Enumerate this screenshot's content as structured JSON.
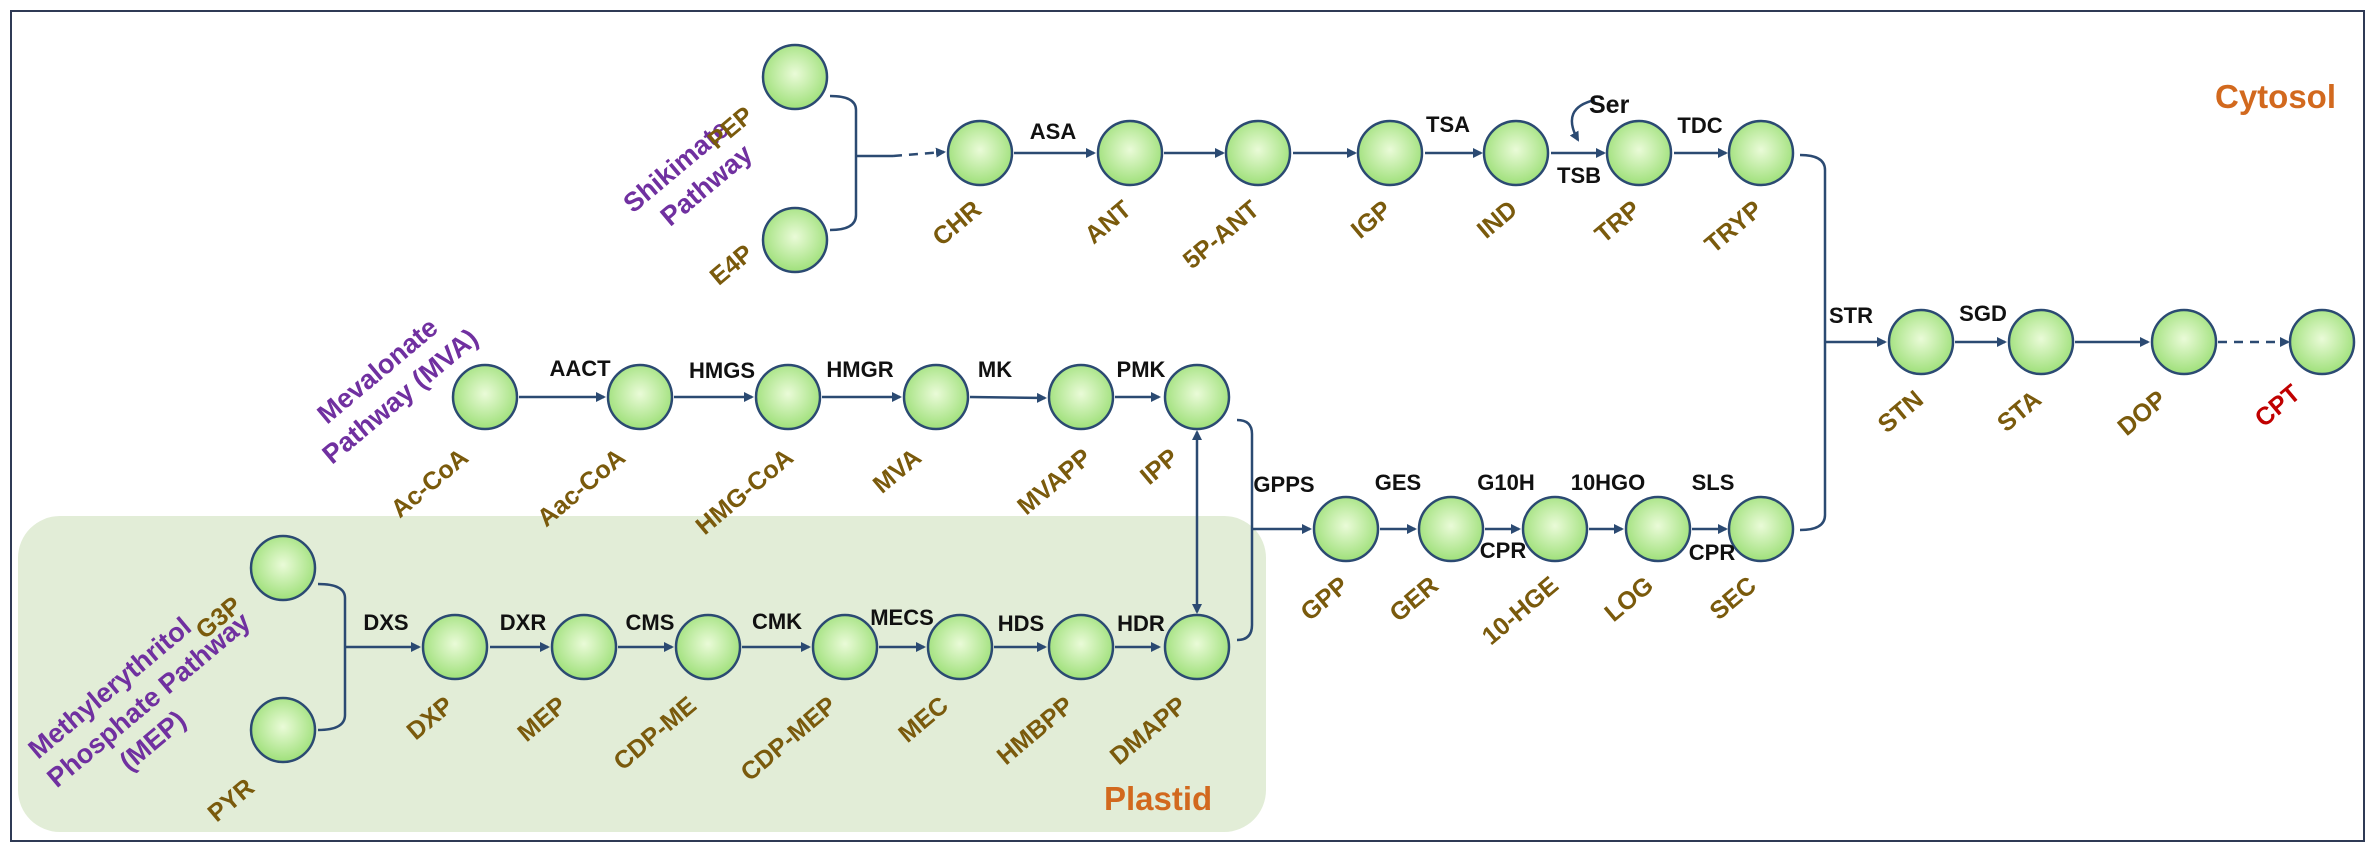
{
  "colors": {
    "node_center": "#eafbd8",
    "node_edge": "#9fe07a",
    "node_stroke": "#2b4a72",
    "metabolite_text": "#7a5a0c",
    "end_product_text": "#c00000",
    "pathway_text": "#7030a0",
    "region_text": "#d2691e",
    "plastid_fill": "#e2edd7"
  },
  "regions": {
    "cytosol": "Cytosol",
    "plastid": "Plastid"
  },
  "pathways": {
    "shikimate": [
      "Shikimate",
      "Pathway"
    ],
    "mva": [
      "Mevalonate",
      "Pathway (MVA)"
    ],
    "mep": [
      "Methylerythritol",
      "Phosphate Pathway",
      "(MEP)"
    ]
  },
  "metabolites": {
    "pep": "PEP",
    "e4p": "E4P",
    "chr": "CHR",
    "ant": "ANT",
    "p5ant": "5P-ANT",
    "igp": "IGP",
    "ind": "IND",
    "trp": "TRP",
    "tryp": "TRYP",
    "accoa": "Ac-CoA",
    "aaccoa": "Aac-CoA",
    "hmgcoa": "HMG-CoA",
    "mva": "MVA",
    "mvapp": "MVAPP",
    "ipp": "IPP",
    "g3p": "G3P",
    "pyr": "PYR",
    "dxp": "DXP",
    "mep": "MEP",
    "cdpme": "CDP-ME",
    "cdpmep": "CDP-MEP",
    "mec": "MEC",
    "hmbpp": "HMBPP",
    "dmapp": "DMAPP",
    "gpp": "GPP",
    "ger": "GER",
    "hge": "10-HGE",
    "log": "LOG",
    "sec": "SEC",
    "stn": "STN",
    "sta": "STA",
    "dop": "DOP",
    "cpt": "CPT"
  },
  "enzymes": {
    "asa": "ASA",
    "tsa": "TSA",
    "tsb": "TSB",
    "ser": "Ser",
    "tdc": "TDC",
    "aact": "AACT",
    "hmgs": "HMGS",
    "hmgr": "HMGR",
    "mk": "MK",
    "pmk": "PMK",
    "dxs": "DXS",
    "dxr": "DXR",
    "cms": "CMS",
    "cmk": "CMK",
    "mecs": "MECS",
    "hds": "HDS",
    "hdr": "HDR",
    "gpps": "GPPS",
    "ges": "GES",
    "g10h": "G10H",
    "cpr1": "CPR",
    "hgo": "10HGO",
    "sls": "SLS",
    "cpr2": "CPR",
    "str": "STR",
    "sgd": "SGD"
  }
}
